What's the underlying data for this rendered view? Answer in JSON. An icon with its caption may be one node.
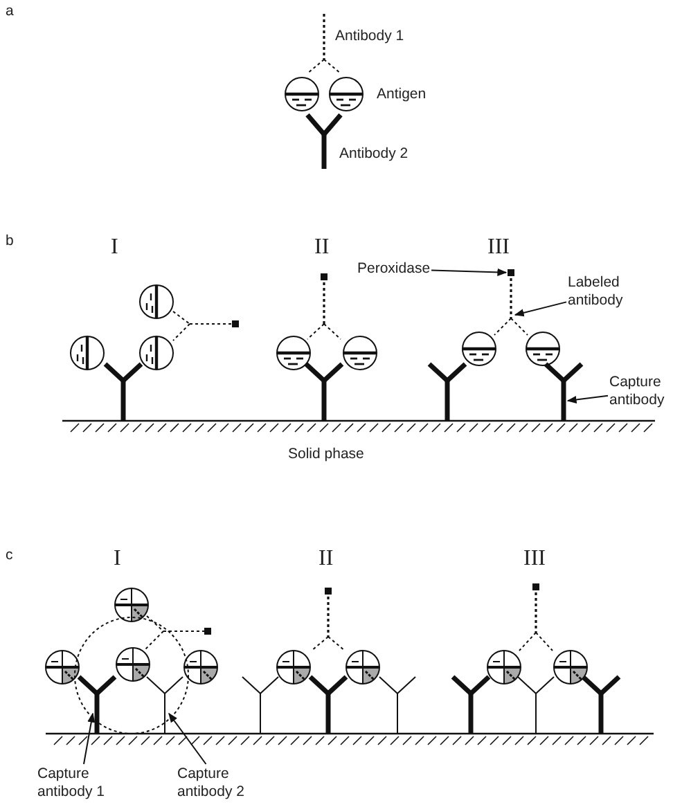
{
  "diagram": {
    "nodes": [
      {
        "text": [
          "Peroxidase"
        ]
      },
      {
        "text": [],
        "shape": "box"
      },
      {
        "text": [
          "Labeled antibody"
        ]
      },
      {
        "text": [],
        "shape": "picture"
      },
      {
        "text": [
          "Capture antibody"
        ]
      },
      {
        "text": [],
        "shape": "picture"
      },
      {
        "text": [
          "Capture antibody 1"
        ]
      },
      {
        "text": [],
        "shape": "picture"
      },
      {
        "text": [
          "Capture antibody 2"
        ]
      },
      {
        "text": [],
        "shape": "picture"
      }
    ],
    "edges": [
      {
        "from": 0,
        "to": 1,
        "arrow": "to"
      },
      {
        "from": 2,
        "to": 3,
        "arrow": "to"
      },
      {
        "from": 4,
        "to": 5,
        "arrow": "to"
      },
      {
        "from": 6,
        "to": 7,
        "arrow": "to"
      },
      {
        "from": 8,
        "to": 9,
        "arrow": "to"
      }
    ],
    "labels": [
      "a",
      "Antibody 1",
      "Antigen",
      "Antibody 2",
      "b",
      "I",
      "II",
      "III",
      "Solid phase",
      "c",
      "I",
      "II",
      "III"
    ]
  }
}
